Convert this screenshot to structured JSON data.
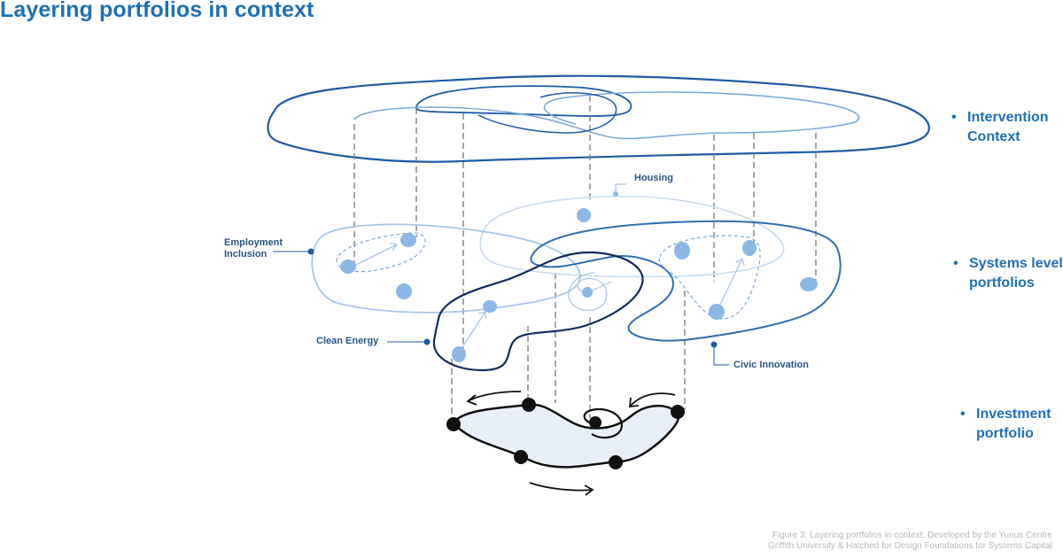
{
  "title": "Layering portfolios in context",
  "layers": {
    "intervention_context": {
      "line1": "Intervention",
      "line2": "Context"
    },
    "systems_level": {
      "line1": "Systems level",
      "line2": "portfolios"
    },
    "investment": {
      "line1": "Investment",
      "line2": "portfolio"
    }
  },
  "callouts": {
    "housing": "Housing",
    "employment_inclusion": {
      "line1": "Employment",
      "line2": "Inclusion"
    },
    "clean_energy": "Clean Energy",
    "civic_innovation": "Civic Innovation"
  },
  "caption": {
    "line1": "Figure 3: Layering portfolios in context. Developed by the Yunus Centre",
    "line2": "Griffith University & Hatched for Design Foundations for Systems Capital"
  },
  "colors": {
    "title_blue": "#1f6fb5",
    "dark_blue": "#1f5aa3",
    "mid_blue": "#7ea9d8",
    "light_blue": "#bcd4ee",
    "navy": "#0f2a5c",
    "node_fill": "#8cb8e6",
    "investment_fill": "#e8eff9",
    "dashed_gray": "#777777",
    "caption_gray": "#b3b7bd"
  }
}
